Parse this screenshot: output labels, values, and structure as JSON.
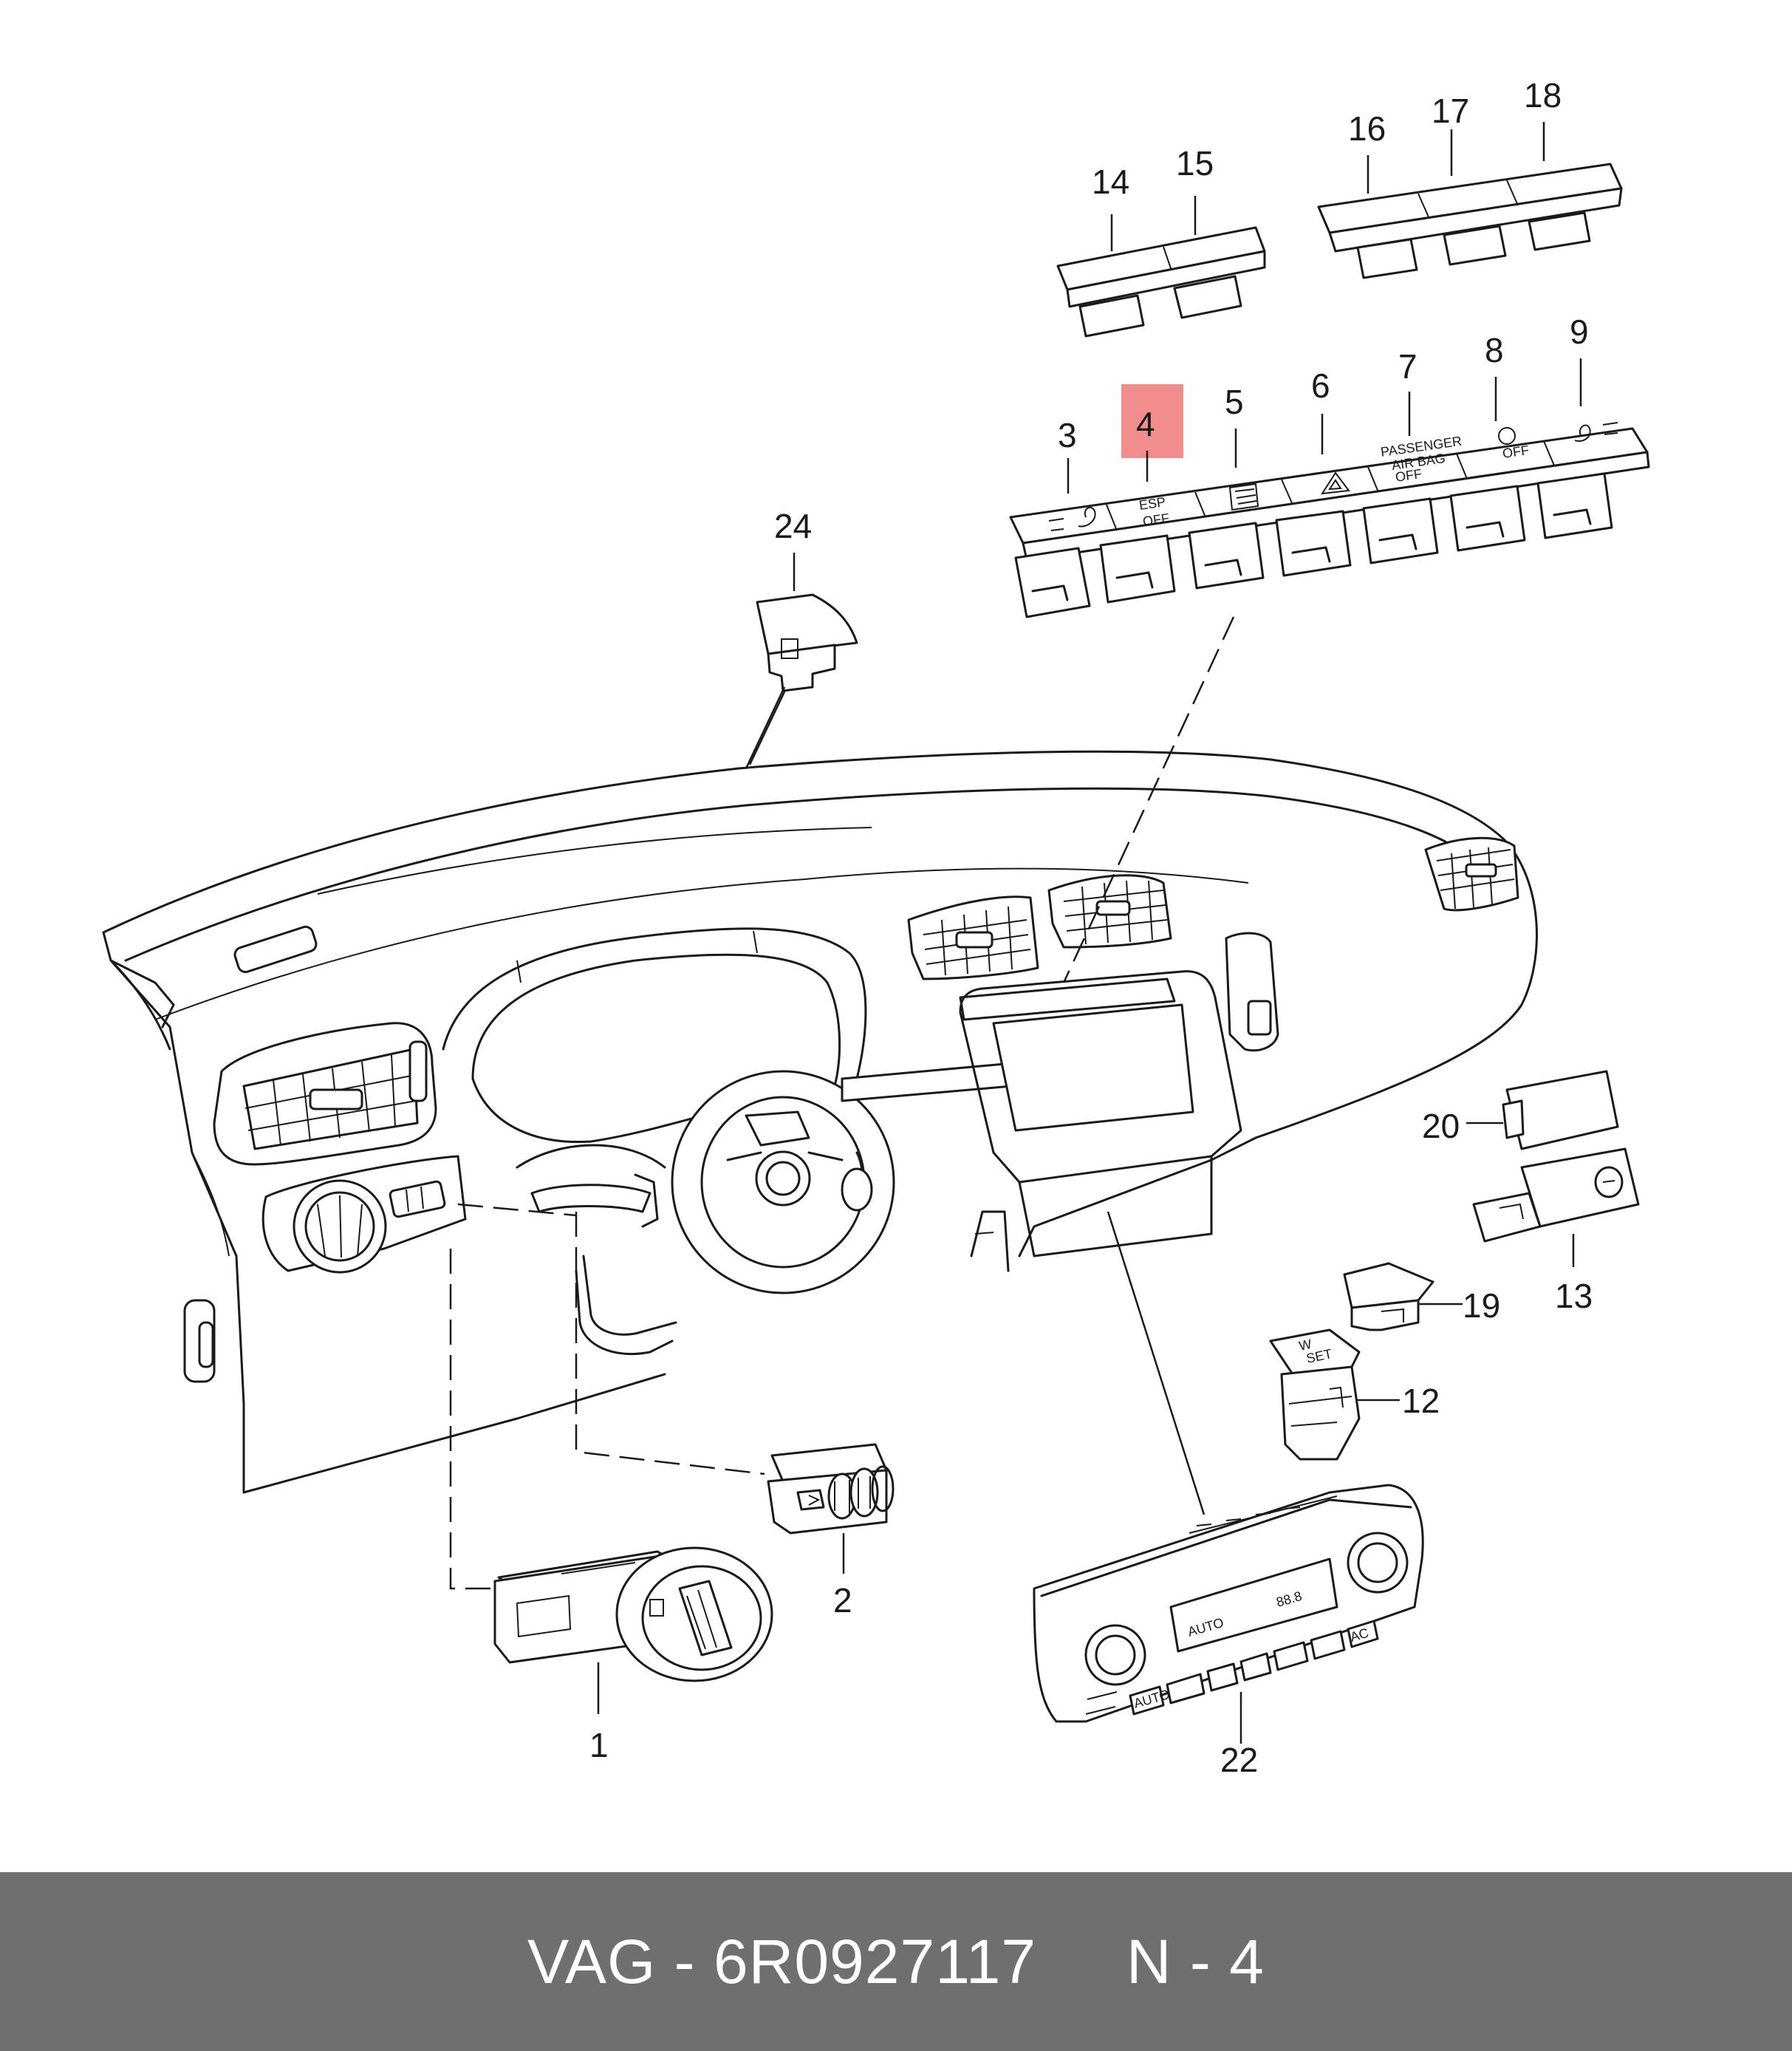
{
  "callouts": {
    "c1": "1",
    "c2": "2",
    "c3": "3",
    "c4": "4",
    "c5": "5",
    "c6": "6",
    "c7": "7",
    "c8": "8",
    "c9": "9",
    "c12": "12",
    "c13": "13",
    "c14": "14",
    "c15": "15",
    "c16": "16",
    "c17": "17",
    "c18": "18",
    "c19": "19",
    "c20": "20",
    "c22": "22",
    "c24": "24"
  },
  "highlighted_callout": "4",
  "button_labels": {
    "esp": "ESP",
    "esp_off": "OFF",
    "passenger": "PASSENGER",
    "airbag": "AIR BAG",
    "airbag_off": "OFF",
    "auto_off": "OFF",
    "climate_auto": "AUTO",
    "climate_ac": "AC",
    "climate_display": "88.8",
    "w_set_1": "W",
    "w_set_2": "SET"
  },
  "footer": {
    "brand": "VAG",
    "separator": " - ",
    "part_number": "6R0927117",
    "position_label": "N - 4"
  },
  "colors": {
    "highlight": "#f08c8c",
    "footer_bg": "#6f6f6f",
    "footer_text": "#ffffff",
    "line": "#1a1a1a"
  }
}
